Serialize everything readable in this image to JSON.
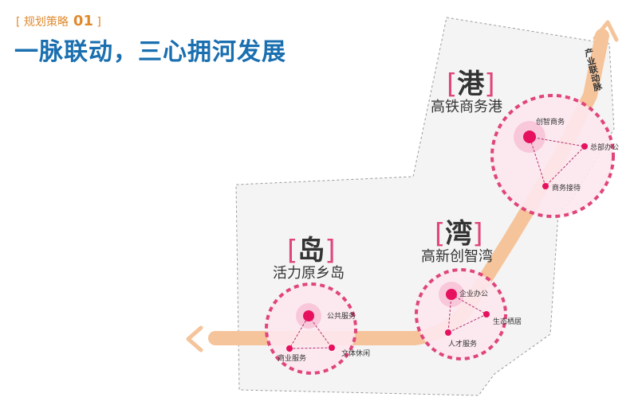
{
  "header": {
    "kicker": "规划策略",
    "number": "01",
    "title": "一脉联动，三心拥河发展"
  },
  "axis": {
    "label": "产业联动脉"
  },
  "hubs": [
    {
      "tag": "港",
      "subtitle": "高铁商务港",
      "nodes": [
        "创智商务",
        "总部办公",
        "商务接待"
      ]
    },
    {
      "tag": "湾",
      "subtitle": "高新创智湾",
      "nodes": [
        "企业办公",
        "生态栖居",
        "人才服务"
      ]
    },
    {
      "tag": "岛",
      "subtitle": "活力原乡岛",
      "nodes": [
        "公共服务",
        "商业服务",
        "文体休闲"
      ]
    }
  ],
  "colors": {
    "accent": "#e0457b",
    "band": "#f5c49a",
    "title": "#1a6fb0",
    "kicker": "#e08a2e"
  }
}
